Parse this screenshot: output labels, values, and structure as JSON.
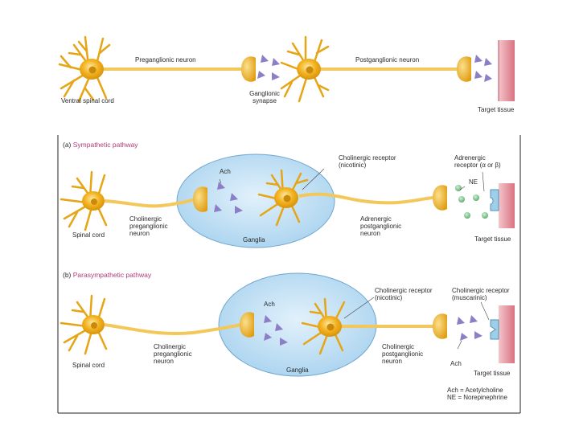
{
  "colors": {
    "neuron": "#f3b21e",
    "neuron_dark": "#c98a0c",
    "axon": "#f5d27a",
    "ganglia_fill": "#bfe0f5",
    "ganglia_stroke": "#6fa6cf",
    "neurotransmitter": "#8c7fc7",
    "norepinephrine": "#7fc58e",
    "target_tissue": "#e8a3ad",
    "section_accent": "#b03a7a"
  },
  "top": {
    "ventral_spinal_cord": "Ventral spinal cord",
    "preganglionic_neuron": "Preganglionic neuron",
    "ganglionic_synapse": [
      "Ganglionic",
      "synapse"
    ],
    "postganglionic_neuron": "Postganglionic neuron",
    "target_tissue": "Target tissue"
  },
  "sympathetic": {
    "heading_letter": "(a)",
    "heading": "Sympathetic pathway",
    "ach": "Ach",
    "cholinergic_receptor": [
      "Cholinergic receptor",
      "(nicotinic)"
    ],
    "adrenergic_receptor": [
      "Adrenergic",
      "receptor (α or β)"
    ],
    "ne": "NE",
    "spinal_cord": "Spinal cord",
    "pre_neuron": [
      "Cholinergic",
      "preganglionic",
      "neuron"
    ],
    "ganglia": "Ganglia",
    "post_neuron": [
      "Adrenergic",
      "postganglionic",
      "neuron"
    ],
    "target_tissue": "Target tissue"
  },
  "parasympathetic": {
    "heading_letter": "(b)",
    "heading": "Parasympathetic pathway",
    "ach": "Ach",
    "cholinergic_receptor_nic": [
      "Cholinergic receptor",
      "(nicotinic)"
    ],
    "cholinergic_receptor_mus": [
      "Cholinergic receptor",
      "(muscarinic)"
    ],
    "spinal_cord": "Spinal cord",
    "pre_neuron": [
      "Cholinergic",
      "preganglionic",
      "neuron"
    ],
    "ganglia": "Ganglia",
    "post_neuron": [
      "Cholinergic",
      "postganglionic",
      "neuron"
    ],
    "ach_target": "Ach",
    "target_tissue": "Target tissue",
    "legend": [
      "Ach = Acetylcholine",
      "NE = Norepinephrine"
    ]
  }
}
